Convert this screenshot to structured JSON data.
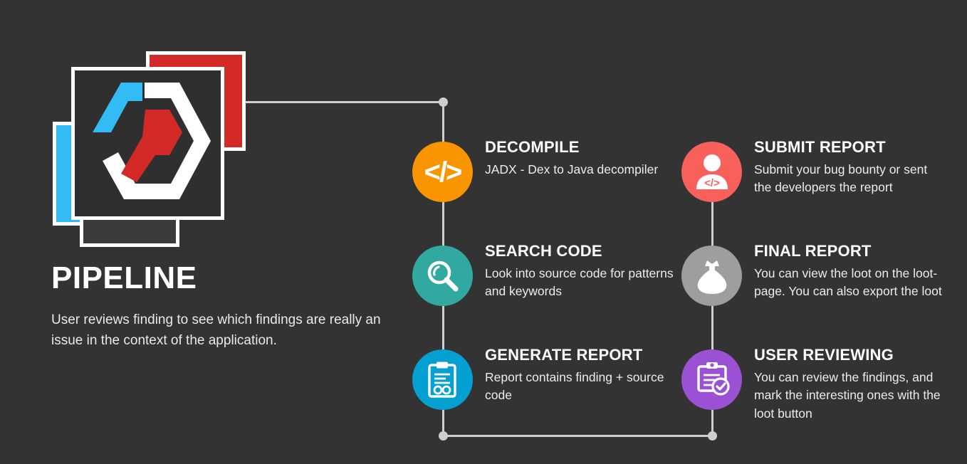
{
  "background_color": "#333333",
  "logo": {
    "name": "app-logo",
    "cards": [
      {
        "name": "red-card",
        "color": "#D32A28"
      },
      {
        "name": "blue-card",
        "color": "#33BBF5"
      },
      {
        "name": "grey-card",
        "color": "#3B3B3B"
      },
      {
        "name": "main-card",
        "color": "#2F2F2F"
      }
    ],
    "mark_colors": {
      "outline": "#FFFFFF",
      "accent_blue": "#33BBF5",
      "accent_red": "#D32A28"
    }
  },
  "headline": {
    "title": "PIPELINE",
    "subtitle": "User reviews finding to see which findings are really an issue in the context of the application."
  },
  "steps": [
    {
      "id": "decompile",
      "title": "DECOMPILE",
      "description": "JADX - Dex to Java decompiler",
      "color": "#F99500",
      "icon": "code-brackets-icon",
      "column": "left",
      "row": 1
    },
    {
      "id": "search-code",
      "title": "SEARCH CODE",
      "description": "Look into source code for patterns and keywords",
      "color": "#32A9A0",
      "icon": "magnifier-icon",
      "column": "left",
      "row": 2
    },
    {
      "id": "generate-report",
      "title": "GENERATE REPORT",
      "description": "Report contains finding + source code",
      "color": "#05A0D2",
      "icon": "clipboard-code-icon",
      "column": "left",
      "row": 3
    },
    {
      "id": "submit-report",
      "title": "SUBMIT REPORT",
      "description": "Submit your bug bounty or sent the developers the report",
      "color": "#F8605C",
      "icon": "person-code-icon",
      "column": "right",
      "row": 1
    },
    {
      "id": "final-report",
      "title": "FINAL REPORT",
      "description": "You can view the loot on the loot-page. You can also export the loot",
      "color": "#9E9E9E",
      "icon": "loot-bag-icon",
      "column": "right",
      "row": 2
    },
    {
      "id": "user-reviewing",
      "title": "USER REVIEWING",
      "description": "You can review the findings, and mark the interesting ones with the loot button",
      "color": "#9B51D4",
      "icon": "clipboard-check-icon",
      "column": "right",
      "row": 3
    }
  ],
  "connectors": {
    "color": "#CFCFCF"
  }
}
